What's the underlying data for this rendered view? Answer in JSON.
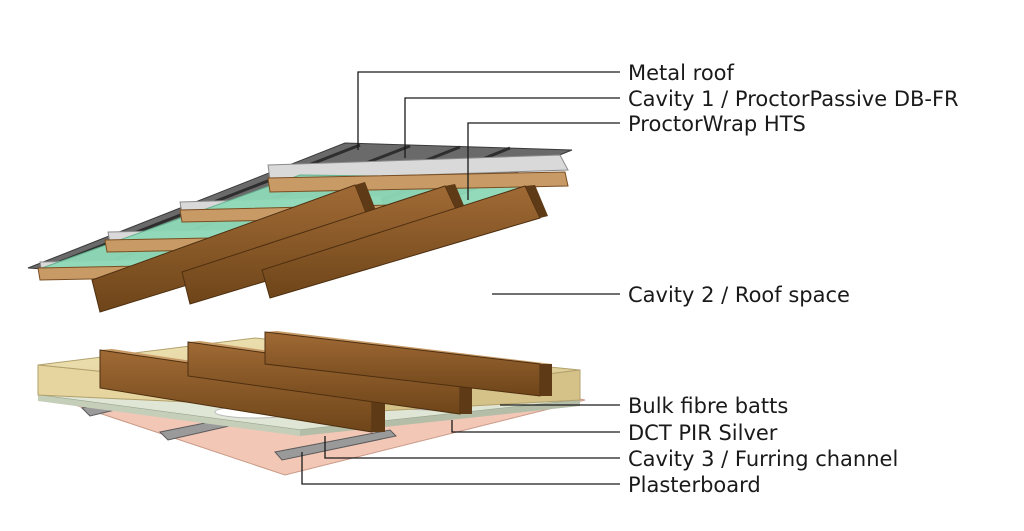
{
  "labels": {
    "metal_roof": "Metal roof",
    "cavity_1": "Cavity 1 / ProctorPassive DB-FR",
    "proctorwrap": "ProctorWrap HTS",
    "cavity_2": "Cavity 2 / Roof space",
    "bulk_fibre": "Bulk fibre batts",
    "dct_pir": "DCT PIR Silver",
    "cavity_3": "Cavity 3 / Furring channel",
    "plasterboard": "Plasterboard"
  },
  "colors": {
    "metal": "#6f6f6f",
    "metal_dark": "#3d3d3d",
    "wrap_green": "#8ed9b7",
    "timber": "#8a5a2b",
    "timber_dark": "#5e3a17",
    "timber_light": "#c79a66",
    "insulation": "#e8dbab",
    "pir_board": "#dfe6d6",
    "plasterboard": "#f2c7b6"
  }
}
